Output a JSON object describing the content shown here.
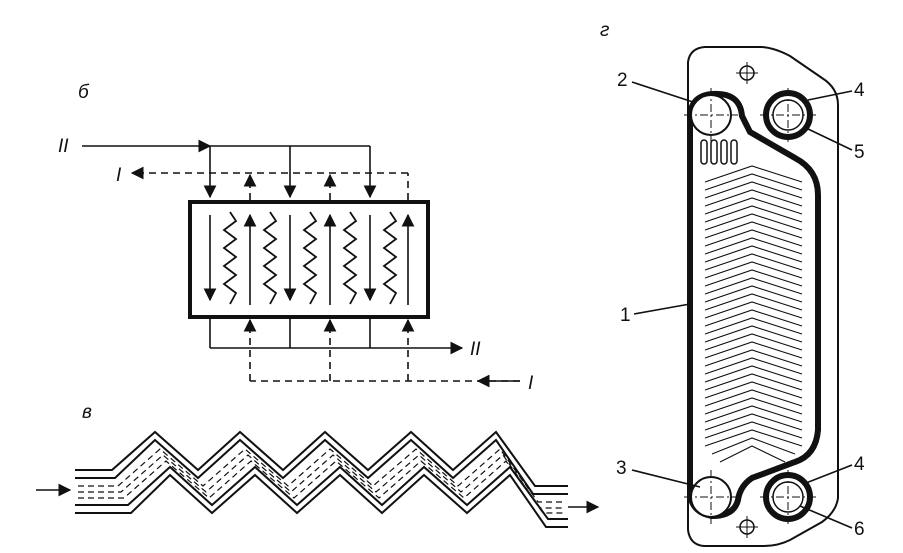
{
  "panels": {
    "b": {
      "label": "б",
      "stream_hot": "II",
      "stream_cold": "I",
      "stream_hot_out": "II",
      "stream_cold_in": "I"
    },
    "v": {
      "label": "в"
    },
    "g": {
      "label": "г"
    }
  },
  "callouts": {
    "c1": "1",
    "c2": "2",
    "c3": "3",
    "c4a": "4",
    "c4b": "4",
    "c5": "5",
    "c6": "6"
  },
  "colors": {
    "ink": "#111111",
    "background": "#ffffff"
  }
}
